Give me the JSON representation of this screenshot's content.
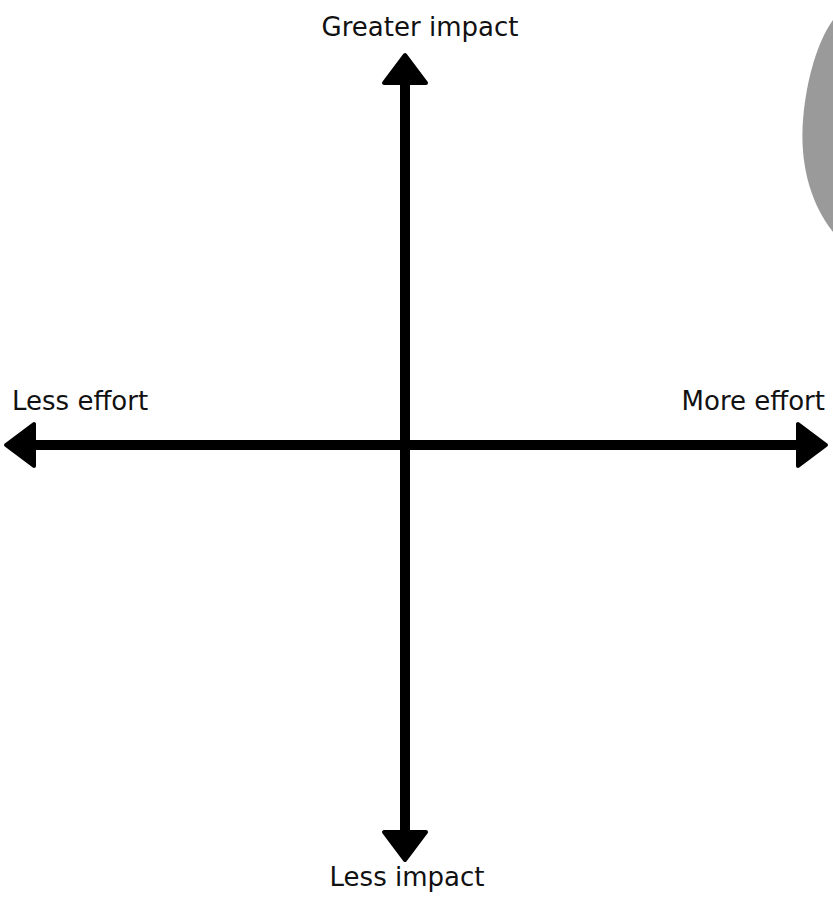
{
  "diagram": {
    "labels": [
      "Greater impact",
      "Less effort",
      "More effort",
      "Less impact"
    ]
  }
}
